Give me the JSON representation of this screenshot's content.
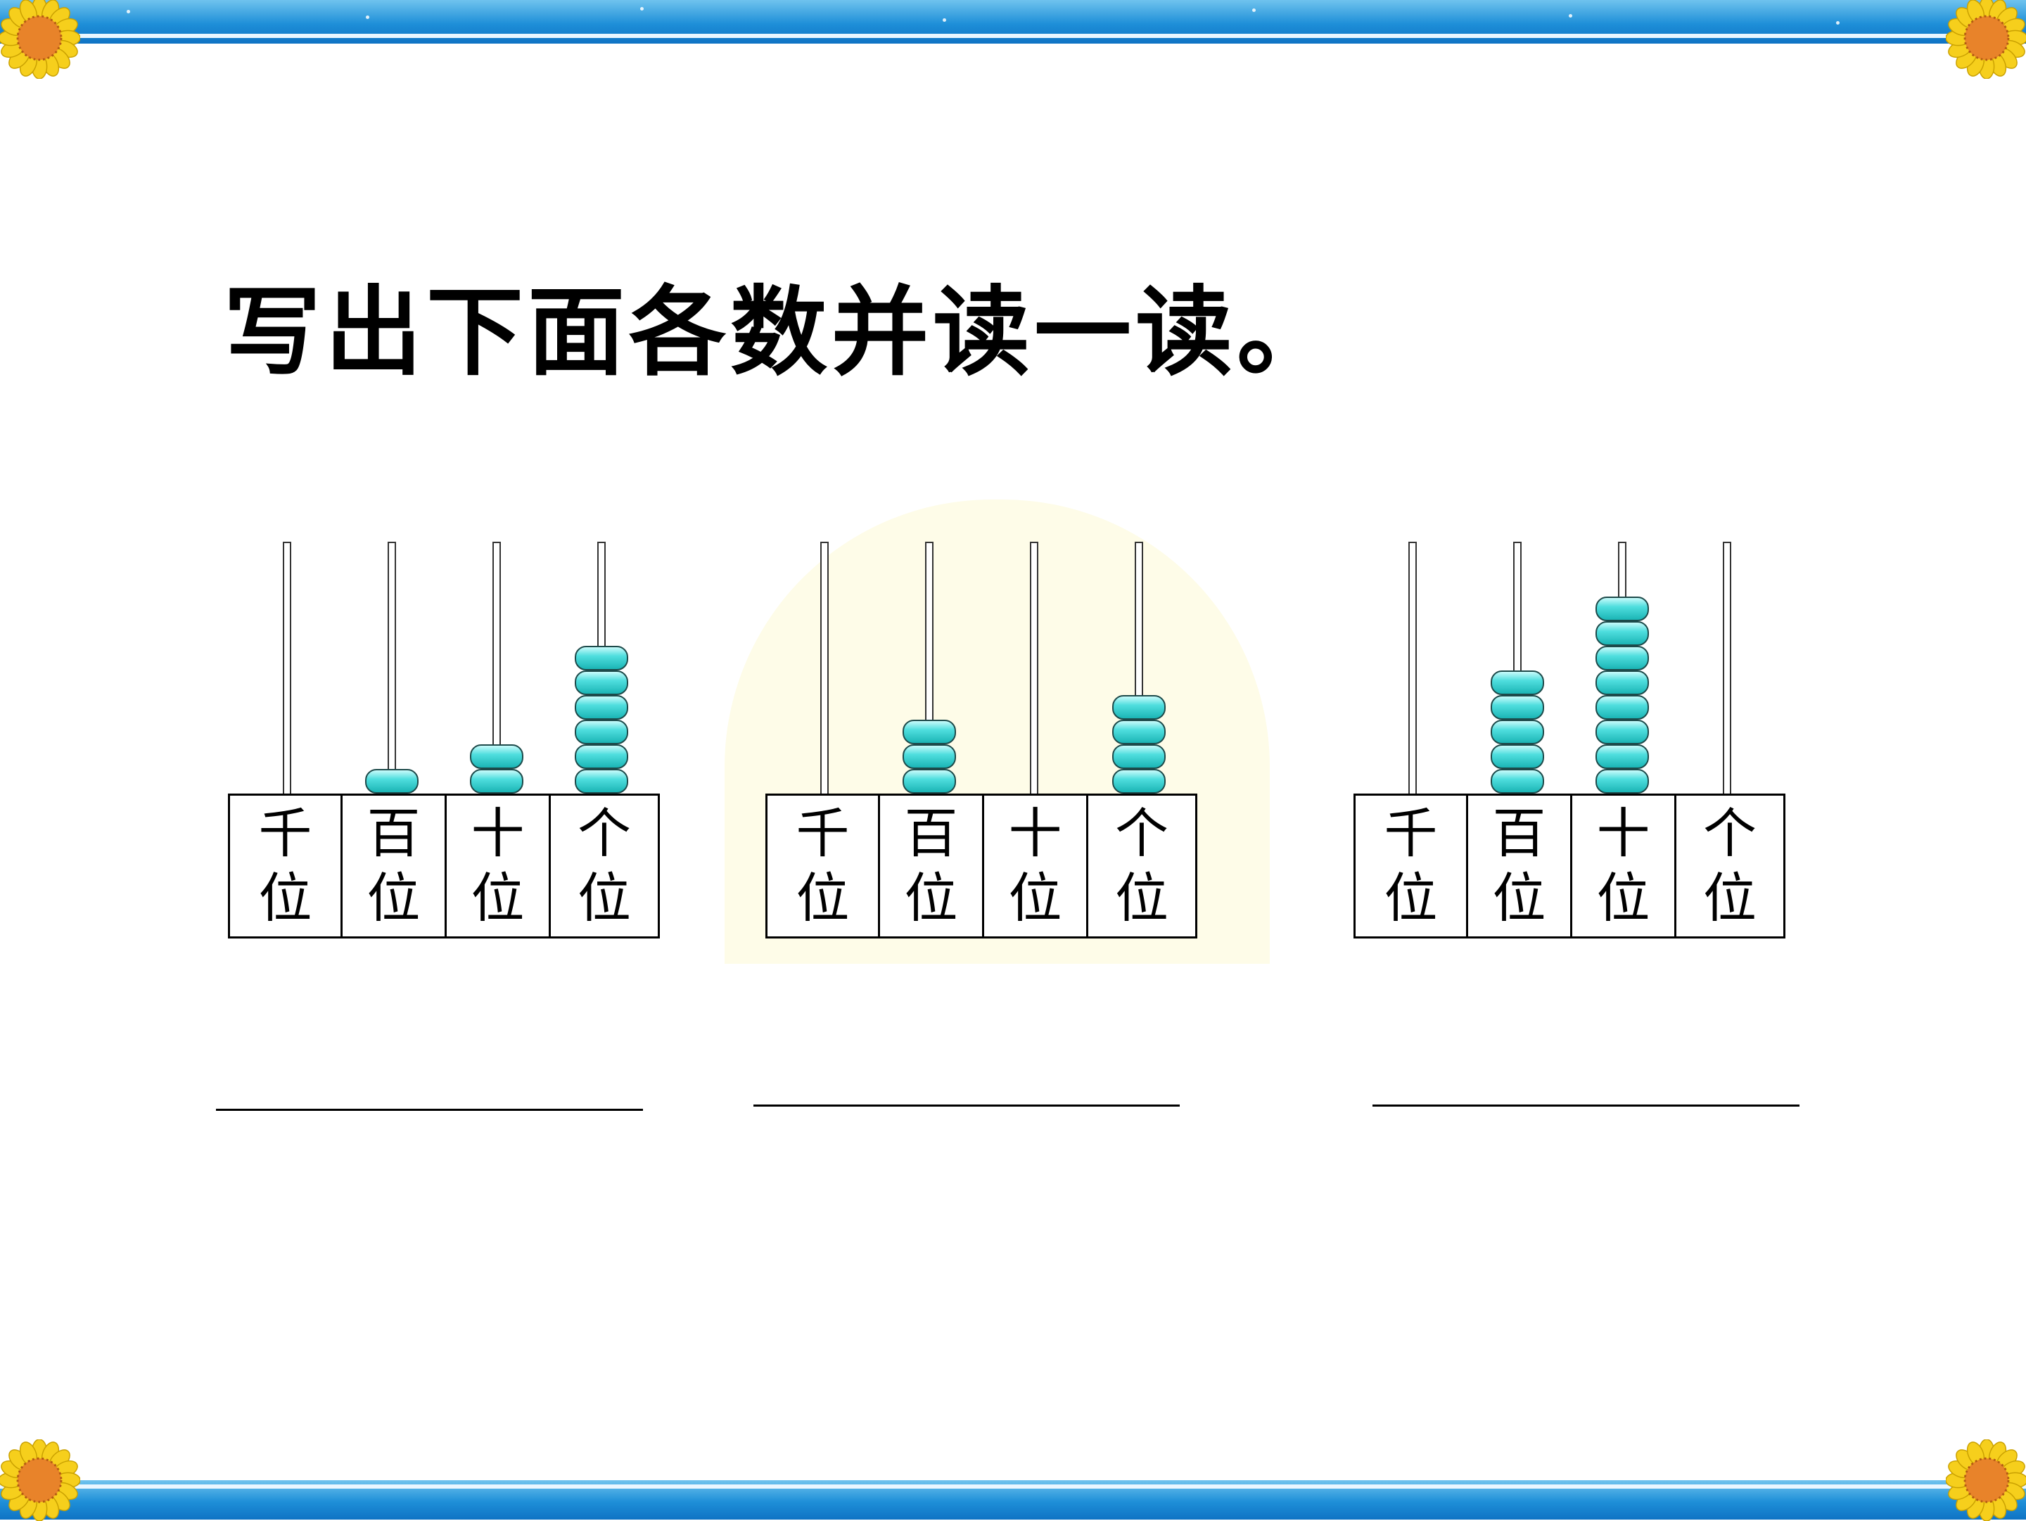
{
  "instruction": "写出下面各数并读一读。",
  "colors": {
    "band_blue": "#1e8fd8",
    "bead_teal": "#3ccfcf",
    "flower_yellow": "#f6cf1c",
    "flower_center": "#e8832a",
    "glow": "#fefce8"
  },
  "abaci": [
    {
      "places": [
        {
          "top": "千",
          "bottom": "位",
          "beads": 0
        },
        {
          "top": "百",
          "bottom": "位",
          "beads": 1
        },
        {
          "top": "十",
          "bottom": "位",
          "beads": 2
        },
        {
          "top": "个",
          "bottom": "位",
          "beads": 6
        }
      ]
    },
    {
      "places": [
        {
          "top": "千",
          "bottom": "位",
          "beads": 0
        },
        {
          "top": "百",
          "bottom": "位",
          "beads": 3
        },
        {
          "top": "十",
          "bottom": "位",
          "beads": 0
        },
        {
          "top": "个",
          "bottom": "位",
          "beads": 4
        }
      ]
    },
    {
      "places": [
        {
          "top": "千",
          "bottom": "位",
          "beads": 0
        },
        {
          "top": "百",
          "bottom": "位",
          "beads": 5
        },
        {
          "top": "十",
          "bottom": "位",
          "beads": 8
        },
        {
          "top": "个",
          "bottom": "位",
          "beads": 0
        }
      ]
    }
  ]
}
